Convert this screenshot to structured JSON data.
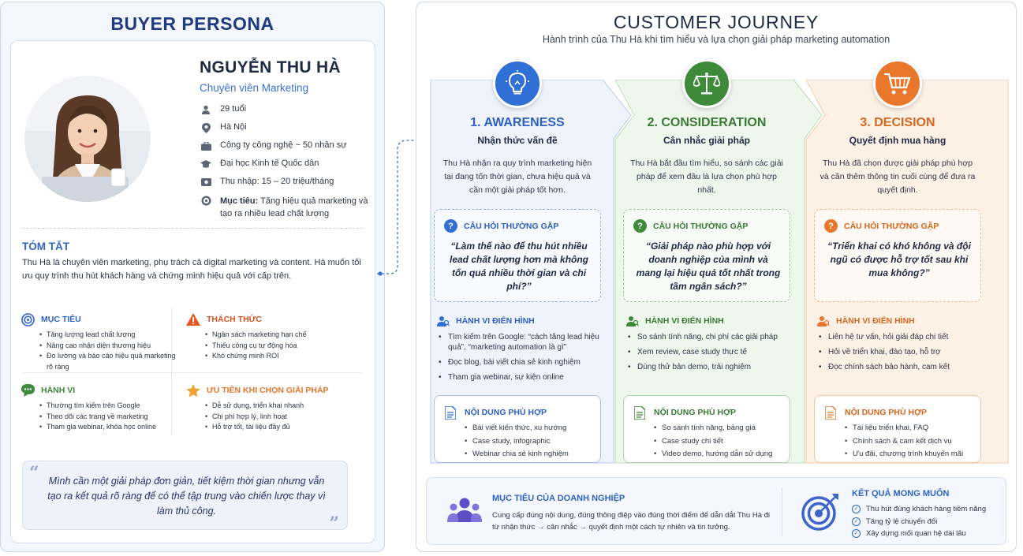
{
  "persona": {
    "section_title": "BUYER PERSONA",
    "name": "NGUYỄN THU HÀ",
    "role": "Chuyên viên Marketing",
    "info": [
      {
        "icon": "person-icon",
        "text": "29 tuổi"
      },
      {
        "icon": "location-pin-icon",
        "text": "Hà Nội"
      },
      {
        "icon": "briefcase-icon",
        "text": "Công ty công nghệ ~ 50 nhân sự"
      },
      {
        "icon": "graduation-cap-icon",
        "text": "Đại học Kinh tế Quốc dân"
      },
      {
        "icon": "money-icon",
        "text": "Thu nhập: 15 – 20 triệu/tháng"
      }
    ],
    "goal_label": "Mục tiêu:",
    "goal_text": " Tăng hiệu quả marketing và tạo ra nhiều lead chất lượng",
    "summary_title": "TÓM TẮT",
    "summary_text": "Thu Hà là chuyên viên marketing, phụ trách cả digital marketing và content. Hà muốn tối ưu quy trình thu hút khách hàng và chứng minh hiệu quả với cấp trên.",
    "goals": {
      "title": "MỤC TIÊU",
      "items": [
        "Tăng lượng lead chất lượng",
        "Nâng cao nhận diện thương hiệu",
        "Đo lường và báo cáo hiệu quả marketing rõ ràng"
      ]
    },
    "challenges": {
      "title": "THÁCH THỨC",
      "items": [
        "Ngân sách marketing hạn chế",
        "Thiếu công cụ tự động hóa",
        "Khó chứng minh ROI"
      ]
    },
    "behaviors": {
      "title": "HÀNH VI",
      "items": [
        "Thường tìm kiếm trên Google",
        "Theo dõi các trang về marketing",
        "Tham gia webinar, khóa học online"
      ]
    },
    "priorities": {
      "title": "ƯU TIÊN KHI CHỌN GIẢI PHÁP",
      "items": [
        "Dễ sử dụng, triển khai nhanh",
        "Chi phí hợp lý, linh hoạt",
        "Hỗ trợ tốt, tài liệu đầy đủ"
      ]
    },
    "quote": "Mình cần một giải pháp đơn giản, tiết kiệm thời gian nhưng vẫn tạo ra kết quả rõ ràng để có thể tập trung vào chiến lược thay vì làm thủ công."
  },
  "journey": {
    "title": "CUSTOMER JOURNEY",
    "subtitle": "Hành trình của Thu Hà khi tìm hiểu và lựa chọn giải pháp marketing automation",
    "faq_label": "CÂU HỎI THƯỜNG GẶP",
    "behavior_label": "HÀNH VI ĐIỂN HÌNH",
    "content_label": "NỘI DUNG PHÙ HỢP",
    "stages": [
      {
        "title": "1. AWARENESS",
        "subtitle": "Nhận thức vấn đề",
        "icon": "lightbulb-icon",
        "description": "Thu Hà nhận ra quy trình marketing hiện tại đang tốn thời gian, chưa hiệu quả và cần một giải pháp tốt hơn.",
        "question": "“Làm thế nào để thu hút nhiều lead chất lượng hơn mà không tốn quá nhiều thời gian và chi phí?”",
        "behaviors": [
          "Tìm kiếm trên Google: “cách tăng lead hiệu quả”, “marketing automation là gì”",
          "Đọc blog, bài viết chia sẻ kinh nghiệm",
          "Tham gia webinar, sự kiện online"
        ],
        "content": [
          "Bài viết kiến thức, xu hướng",
          "Case study, infographic",
          "Webinar chia sẻ kinh nghiệm"
        ]
      },
      {
        "title": "2. CONSIDERATION",
        "subtitle": "Cân nhắc giải pháp",
        "icon": "scales-icon",
        "description": "Thu Hà bắt đầu tìm hiểu, so sánh các giải pháp để xem đâu là lựa chọn phù hợp nhất.",
        "question": "“Giải pháp nào phù hợp với doanh nghiệp của mình và mang lại hiệu quả tốt nhất trong tầm ngân sách?”",
        "behaviors": [
          "So sánh tính năng, chi phí các giải pháp",
          "Xem review, case study thực tế",
          "Dùng thử bản demo, trải nghiệm"
        ],
        "content": [
          "So sánh tính năng, bảng giá",
          "Case study chi tiết",
          "Video demo, hướng dẫn sử dụng"
        ]
      },
      {
        "title": "3. DECISION",
        "subtitle": "Quyết định mua hàng",
        "icon": "shopping-cart-icon",
        "description": "Thu Hà đã chọn được giải pháp phù hợp và cần thêm thông tin cuối cùng để đưa ra quyết định.",
        "question": "“Triển khai có khó không và đội ngũ có được hỗ trợ tốt sau khi mua không?”",
        "behaviors": [
          "Liên hệ tư vấn, hỏi giải đáp chi tiết",
          "Hỏi về triển khai, đào tạo, hỗ trợ",
          "Đọc chính sách bảo hành, cam kết"
        ],
        "content": [
          "Tài liệu triển khai, FAQ",
          "Chính sách & cam kết dịch vụ",
          "Ưu đãi, chương trình khuyến mãi"
        ]
      }
    ],
    "business_goal": {
      "title": "MỤC TIÊU CỦA DOANH NGHIỆP",
      "text": "Cung cấp đúng nội dung, đúng thông điệp vào đúng thời điểm để dẫn dắt Thu Hà đi từ nhận thức → cân nhắc → quyết định một cách tự nhiên và tin tưởng."
    },
    "expected_results": {
      "title": "KẾT QUẢ MONG MUỐN",
      "items": [
        "Thu hút đúng khách hàng tiềm năng",
        "Tăng tỷ lệ chuyển đổi",
        "Xây dựng mối quan hệ dài lâu"
      ]
    }
  },
  "colors": {
    "awareness": "#2f6fd6",
    "consideration": "#3f8a3a",
    "decision": "#e8762b",
    "navy": "#1f3a80"
  }
}
